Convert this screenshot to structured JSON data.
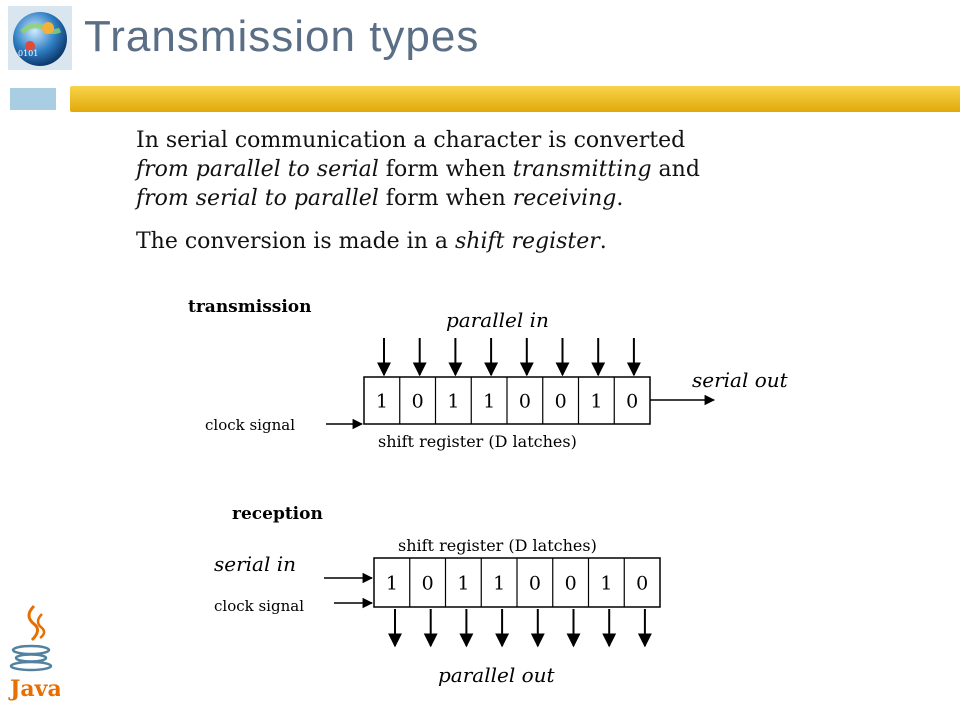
{
  "title": "Transmission types",
  "paragraph1": {
    "line1": "In serial communication a character is converted",
    "line2": [
      {
        "text": "from parallel to serial",
        "italic": true
      },
      {
        "text": " form when ",
        "italic": false
      },
      {
        "text": "transmitting",
        "italic": true
      },
      {
        "text": " and",
        "italic": false
      }
    ],
    "line3": [
      {
        "text": "from serial to parallel",
        "italic": true
      },
      {
        "text": " form when ",
        "italic": false
      },
      {
        "text": "receiving",
        "italic": true
      },
      {
        "text": ".",
        "italic": false
      }
    ]
  },
  "paragraph2": [
    {
      "text": "The conversion is made in a ",
      "italic": false
    },
    {
      "text": "shift register",
      "italic": true
    },
    {
      "text": ".",
      "italic": false
    }
  ],
  "transmission": {
    "heading": "transmission",
    "parallel_in": "parallel in",
    "serial_out": "serial out",
    "clock_signal": "clock signal",
    "register_label": "shift register (D latches)",
    "bits": [
      "1",
      "0",
      "1",
      "1",
      "0",
      "0",
      "1",
      "0"
    ]
  },
  "reception": {
    "heading": "reception",
    "serial_in": "serial in",
    "clock_signal": "clock signal",
    "register_label": "shift register (D latches)",
    "parallel_out": "parallel out",
    "bits": [
      "1",
      "0",
      "1",
      "1",
      "0",
      "0",
      "1",
      "0"
    ]
  },
  "java_logo_text": "Java",
  "colors": {
    "title": "#5a6f86",
    "bar_blue": "#a9cde3",
    "bar_gold": "#e8b21c",
    "java_red": "#e76f00",
    "java_blue": "#5382a1"
  }
}
